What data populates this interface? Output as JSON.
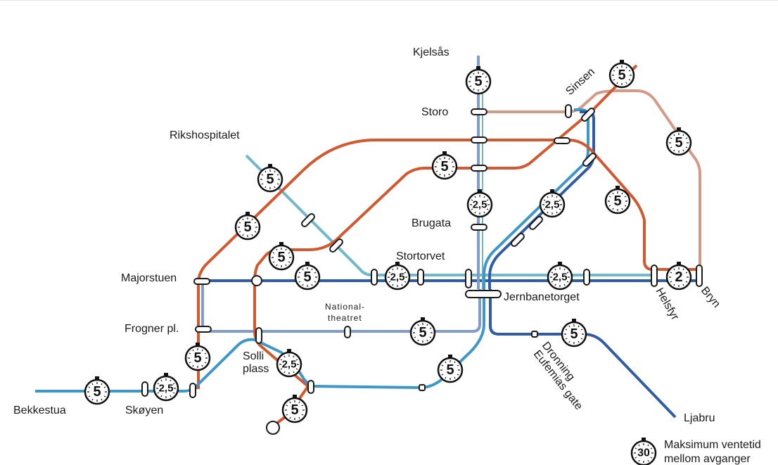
{
  "colors": {
    "orange": "#d4582f",
    "pink": "#d49a87",
    "darkblue": "#2f5ca6",
    "lightblue": "#6fb9cb",
    "medblue": "#3f97c7",
    "slate": "#7f9ccb",
    "background": "#ffffff"
  },
  "stations": {
    "kjelsas": "Kjelsås",
    "storo": "Storo",
    "sinsen": "Sinsen",
    "rikshospitalet": "Rikshospitalet",
    "brugata": "Brugata",
    "stortorvet": "Stortorvet",
    "majorstuen": "Majorstuen",
    "jernbanetorget": "Jernbanetorget",
    "helsfyr": "Helsfyr",
    "bryn": "Bryn",
    "nationaltheatret_1": "National-",
    "nationaltheatret_2": "theatret",
    "frogner": "Frogner pl.",
    "solli_1": "Solli",
    "solli_2": "plass",
    "bekkestua": "Bekkestua",
    "skoyen": "Skøyen",
    "dronning_1": "Dronning",
    "dronning_2": "Eufemias gate",
    "ljabru": "Ljabru"
  },
  "intervals": {
    "kjelsas": "5",
    "sinsen": "5",
    "pink_right": "5",
    "rikshospitalet": "5",
    "storo_branch": "5",
    "brugata": "2,5",
    "sinsen_diag": "2,5",
    "hasle": "5",
    "majorstuen_west": "5",
    "majorstuen_north": "5",
    "orange_left": "5",
    "stortorvet": "2,5",
    "helsfyr_east": "2,5",
    "helsfyr": "2",
    "nationaltheatret": "5",
    "frogner": "5",
    "solli": "2,5",
    "skoyen": "2,5",
    "bekkestua": "5",
    "bottom_blue": "5",
    "south_orange": "5",
    "legend": "30"
  },
  "legend": {
    "line1": "Maksimum ventetid",
    "line2": "mellom avganger"
  }
}
